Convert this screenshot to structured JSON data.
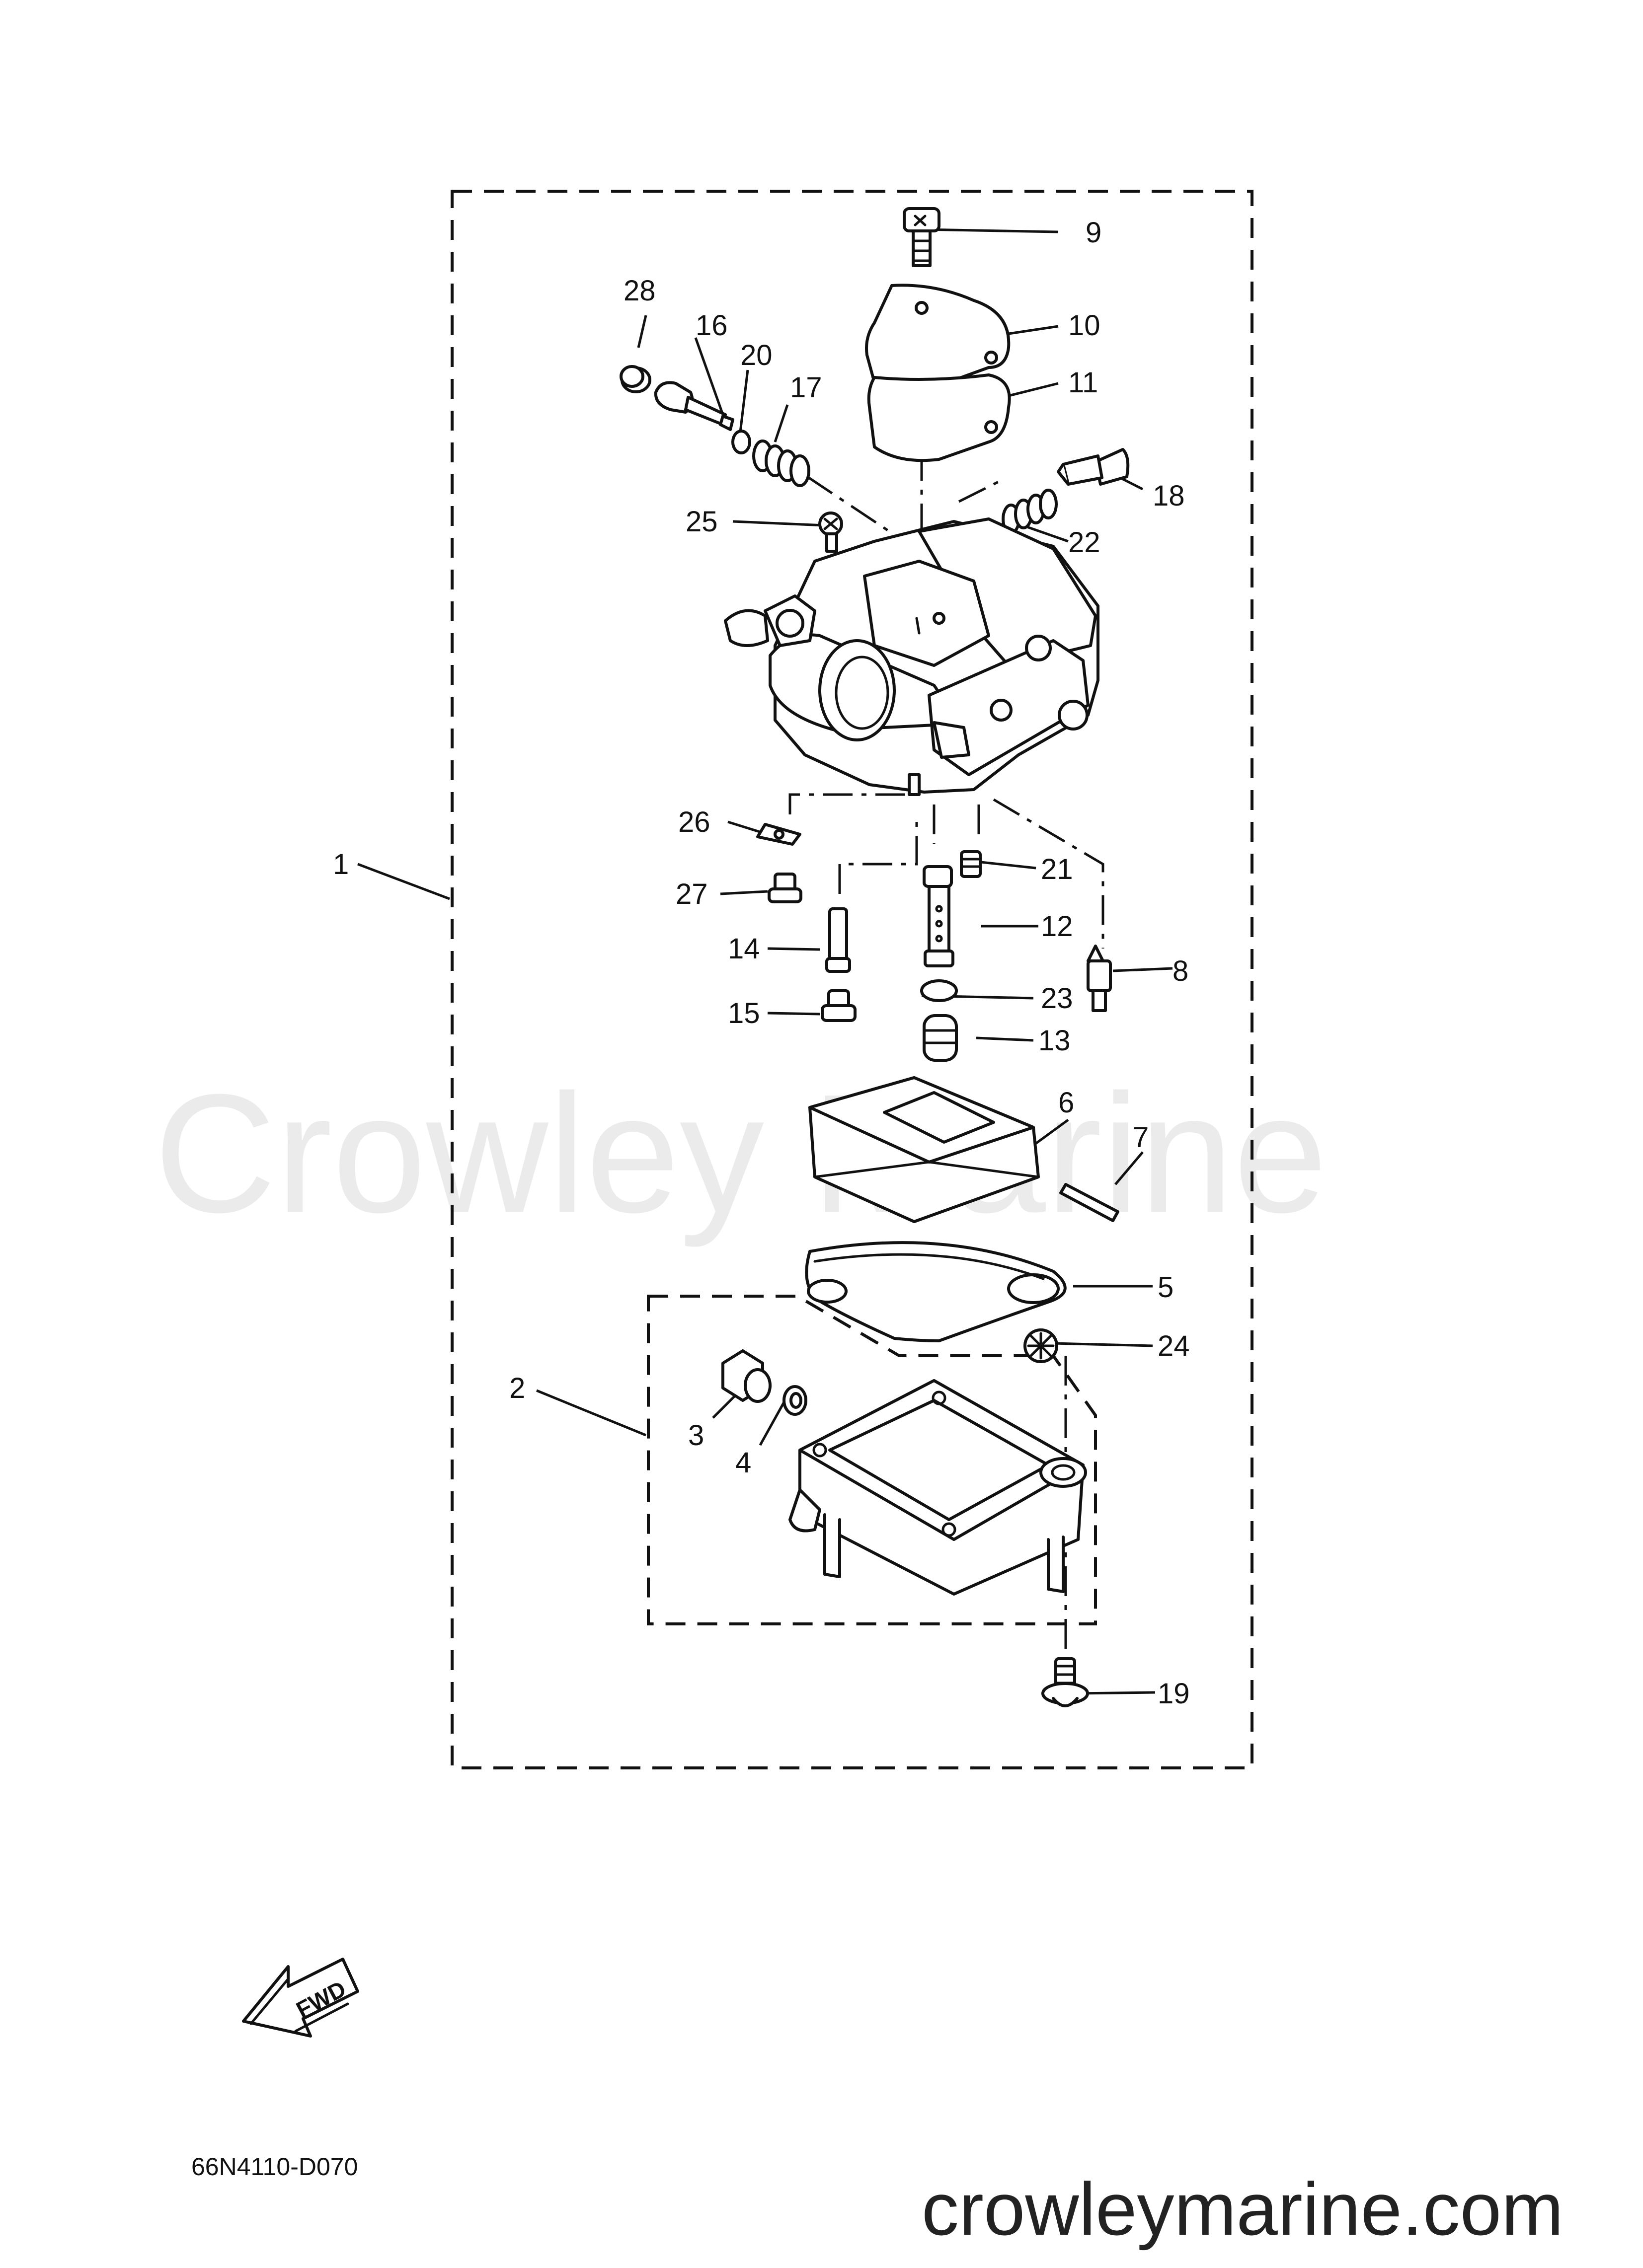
{
  "watermark": "Crowley Marine",
  "diagram_code": "66N4110-D070",
  "website": "crowleymarine.com",
  "fwd_label": "FWD",
  "callouts": {
    "c1": "1",
    "c2": "2",
    "c3": "3",
    "c4": "4",
    "c5": "5",
    "c6": "6",
    "c7": "7",
    "c8": "8",
    "c9": "9",
    "c10": "10",
    "c11": "11",
    "c12": "12",
    "c13": "13",
    "c14": "14",
    "c15": "15",
    "c16": "16",
    "c17": "17",
    "c18": "18",
    "c19": "19",
    "c20": "20",
    "c21": "21",
    "c22": "22",
    "c23": "23",
    "c24": "24",
    "c25": "25",
    "c26": "26",
    "c27": "27",
    "c28": "28"
  }
}
